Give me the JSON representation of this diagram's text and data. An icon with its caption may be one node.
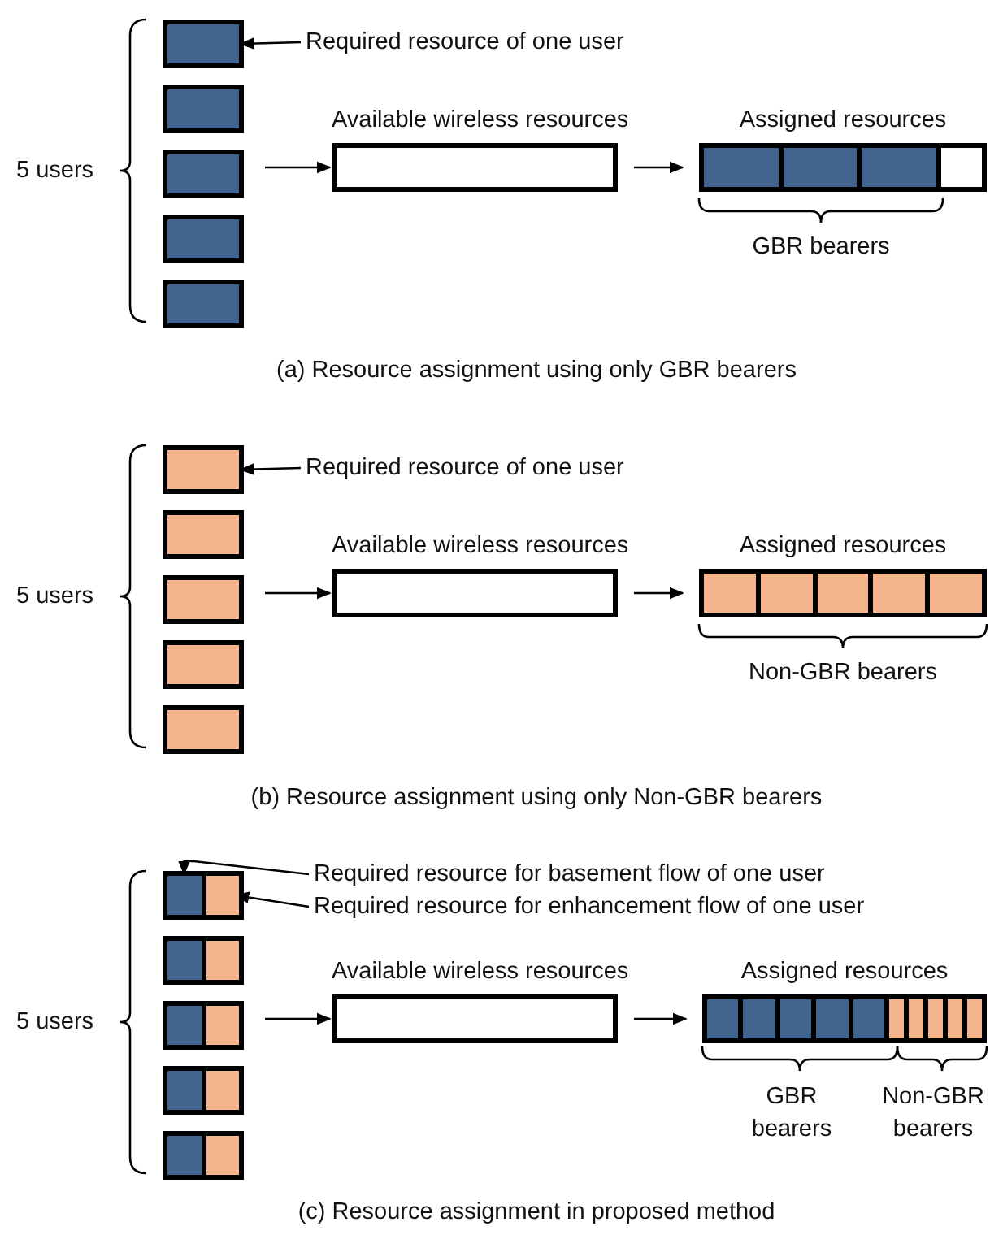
{
  "diagram": {
    "nodes": [
      {
        "text": [
          "Required resource of one user"
        ]
      },
      {
        "text": [],
        "shape": "box"
      },
      {
        "text": [],
        "shape": "box"
      },
      {
        "text": [],
        "shape": "box"
      },
      {
        "text": [],
        "shape": "box"
      },
      {
        "text": [],
        "shape": "box"
      },
      {
        "text": [
          "Available wireless resources"
        ]
      },
      {
        "text": [
          "Assigned resources"
        ]
      },
      {
        "text": [],
        "shape": "box",
        "in": 7
      },
      {
        "text": [],
        "shape": "box",
        "in": 7
      },
      {
        "text": [],
        "shape": "box",
        "in": 7
      },
      {
        "text": [],
        "shape": "box",
        "in": 7
      },
      {
        "text": [
          "Required resource of one user"
        ]
      },
      {
        "text": [],
        "shape": "box"
      },
      {
        "text": [],
        "shape": "box"
      },
      {
        "text": [],
        "shape": "box"
      },
      {
        "text": [],
        "shape": "box"
      },
      {
        "text": [],
        "shape": "box"
      },
      {
        "text": [
          "Available wireless resources"
        ]
      },
      {
        "text": [
          "Assigned resources"
        ]
      },
      {
        "text": [],
        "shape": "box",
        "in": 19
      },
      {
        "text": [],
        "shape": "box",
        "in": 19
      },
      {
        "text": [],
        "shape": "box",
        "in": 19
      },
      {
        "text": [],
        "shape": "box",
        "in": 19
      },
      {
        "text": [],
        "shape": "box",
        "in": 19
      },
      {
        "text": [
          "Required resource for basement flow of one user"
        ]
      },
      {
        "text": [
          "Required resource for enhancement flow of one user"
        ]
      },
      {
        "text": [],
        "shape": "box"
      },
      {
        "text": [],
        "shape": "box",
        "in": 27
      },
      {
        "text": [],
        "shape": "box",
        "in": 27
      },
      {
        "text": [],
        "shape": "box"
      },
      {
        "text": [],
        "shape": "box",
        "in": 30
      },
      {
        "text": [],
        "shape": "box",
        "in": 30
      },
      {
        "text": [],
        "shape": "box"
      },
      {
        "text": [],
        "shape": "box",
        "in": 33
      },
      {
        "text": [],
        "shape": "box",
        "in": 33
      },
      {
        "text": [],
        "shape": "box"
      },
      {
        "text": [],
        "shape": "box",
        "in": 36
      },
      {
        "text": [],
        "shape": "box",
        "in": 36
      },
      {
        "text": [],
        "shape": "box"
      },
      {
        "text": [],
        "shape": "box",
        "in": 39
      },
      {
        "text": [],
        "shape": "box",
        "in": 39
      },
      {
        "text": [
          "Available wireless resources"
        ]
      },
      {
        "text": [
          "Assigned resources"
        ]
      },
      {
        "text": [],
        "shape": "box",
        "in": 43
      },
      {
        "text": [],
        "shape": "box",
        "in": 43
      },
      {
        "text": [],
        "shape": "box",
        "in": 43
      },
      {
        "text": [],
        "shape": "box",
        "in": 43
      },
      {
        "text": [],
        "shape": "box",
        "in": 43
      },
      {
        "text": [],
        "shape": "box",
        "in": 43
      },
      {
        "text": [],
        "shape": "box",
        "in": 43
      },
      {
        "text": [],
        "shape": "box",
        "in": 43
      },
      {
        "text": [],
        "shape": "box",
        "in": 43
      },
      {
        "text": [],
        "shape": "box",
        "in": 43
      }
    ],
    "edges": [
      {
        "from": 0,
        "to": 1,
        "arrow": "to"
      },
      {
        "from": null,
        "to": 6,
        "arrow": "to"
      },
      {
        "from": 6,
        "to": 7,
        "arrow": "to"
      },
      {
        "from": 12,
        "to": 13,
        "arrow": "to"
      },
      {
        "from": null,
        "to": 18,
        "arrow": "to"
      },
      {
        "from": 18,
        "to": 19,
        "arrow": "to"
      },
      {
        "from": 25,
        "to": 28,
        "arrow": "to"
      },
      {
        "from": 26,
        "to": 29,
        "arrow": "to"
      },
      {
        "from": null,
        "to": 42,
        "arrow": "to"
      },
      {
        "from": 42,
        "to": 43,
        "arrow": "to"
      }
    ],
    "labels": [
      "5 users",
      "GBR bearers",
      "(a) Resource assignment using only GBR bearers",
      "5 users",
      "Non-GBR bearers",
      "(b) Resource assignment using only Non-GBR bearers",
      "5 users",
      "GBR bearers",
      "Non-GBR bearers",
      "(c) Resource assignment in proposed method"
    ]
  }
}
